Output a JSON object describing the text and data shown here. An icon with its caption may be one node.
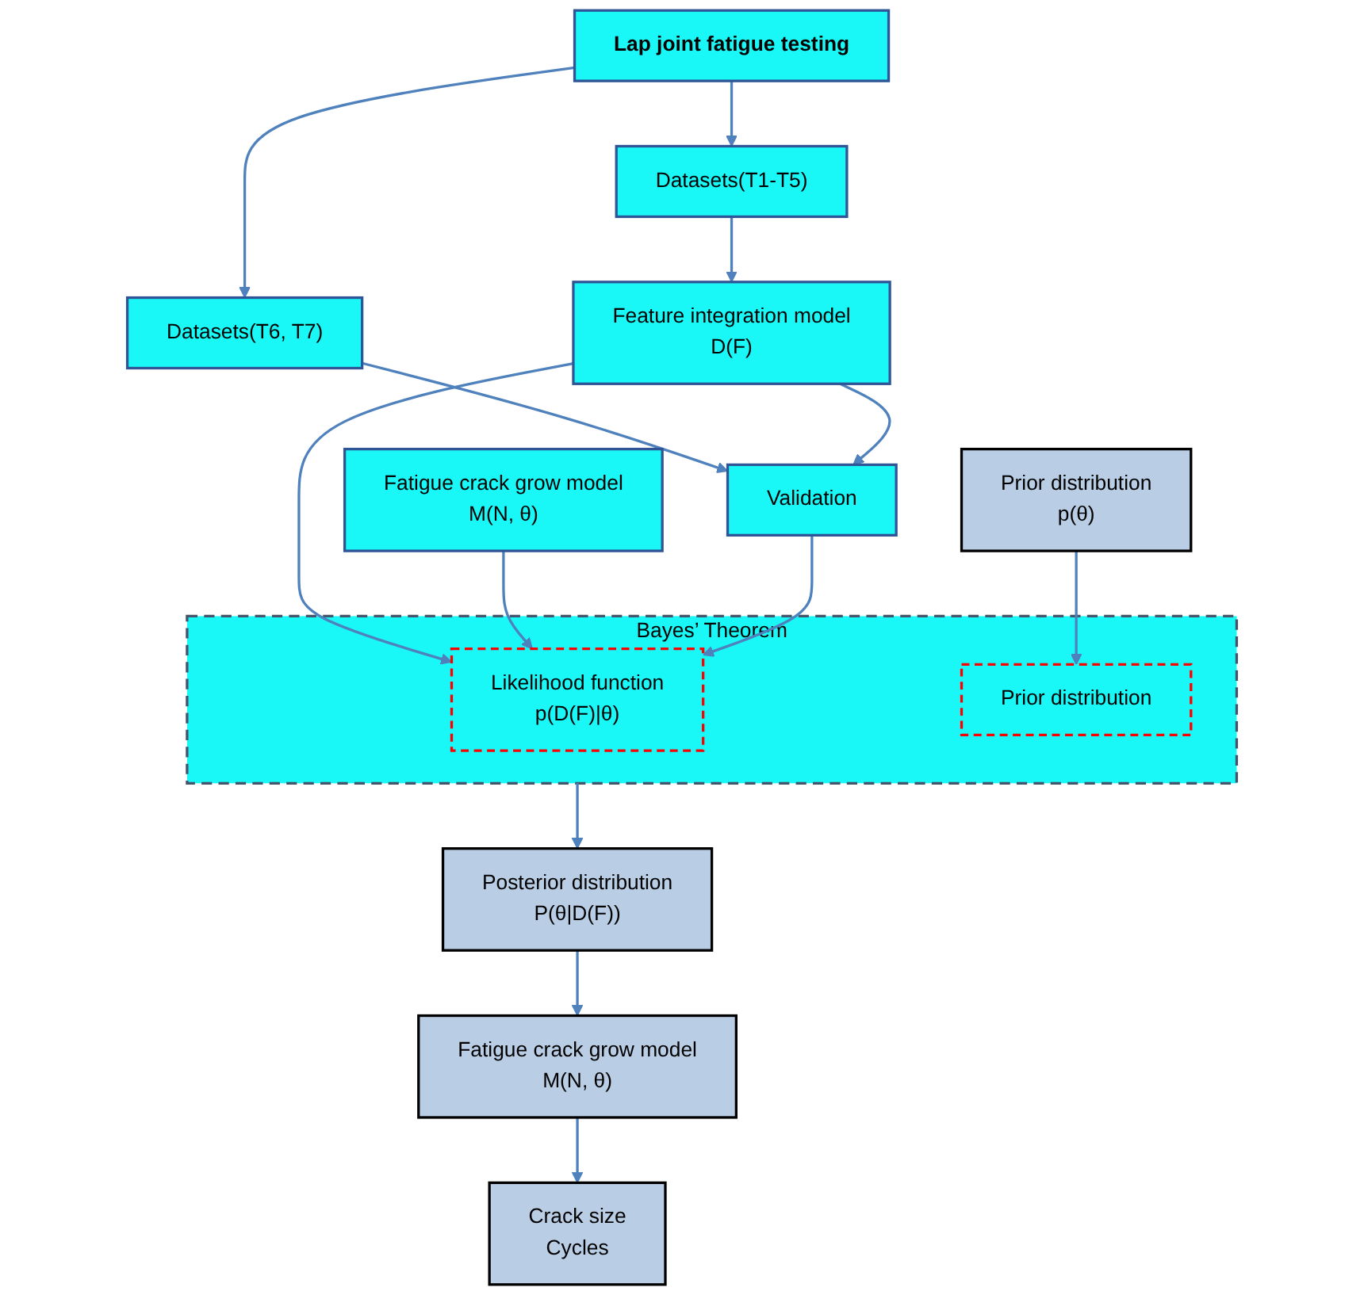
{
  "diagram": {
    "nodes": [
      {
        "text": [
          "Lap joint fatigue testing"
        ]
      },
      {
        "text": [
          "Datasets(T6, T7)"
        ]
      },
      {
        "text": [
          "Datasets(T1-T5)"
        ]
      },
      {
        "text": [
          "Validation"
        ]
      },
      {
        "text": [
          "Feature integration model",
          "D(F)"
        ]
      },
      {
        "text": [
          "Fatigue crack grow model",
          "M(N, θ)"
        ]
      },
      {
        "text": [
          "Prior distribution",
          "p(θ)"
        ]
      },
      {
        "text": [
          "Bayes’ Theorem"
        ]
      },
      {
        "text": [
          "Likelihood function",
          "p(D(F)|θ)"
        ],
        "in": 7
      },
      {
        "text": [
          "Prior distribution"
        ],
        "in": 7
      },
      {
        "text": [
          "Posterior distribution",
          "P(θ|D(F))"
        ]
      },
      {
        "text": [
          "Fatigue crack grow model",
          "M(N, θ)"
        ]
      },
      {
        "text": [
          "Crack size",
          "Cycles"
        ]
      }
    ],
    "edges": [
      {
        "from": 0,
        "to": 1,
        "arrow": "to"
      },
      {
        "from": 0,
        "to": 2,
        "arrow": "to"
      },
      {
        "from": 2,
        "to": 4,
        "arrow": "to"
      },
      {
        "from": 1,
        "to": 3,
        "arrow": "to"
      },
      {
        "from": 4,
        "to": 3,
        "arrow": "to"
      },
      {
        "from": 4,
        "to": 8,
        "arrow": "to"
      },
      {
        "from": 5,
        "to": 8,
        "arrow": "to"
      },
      {
        "from": 3,
        "to": 8,
        "arrow": "to"
      },
      {
        "from": 6,
        "to": 9,
        "arrow": "to"
      },
      {
        "from": 7,
        "to": 10,
        "arrow": "to"
      },
      {
        "from": 10,
        "to": 11,
        "arrow": "to"
      },
      {
        "from": 11,
        "to": 12,
        "arrow": "to"
      }
    ]
  }
}
